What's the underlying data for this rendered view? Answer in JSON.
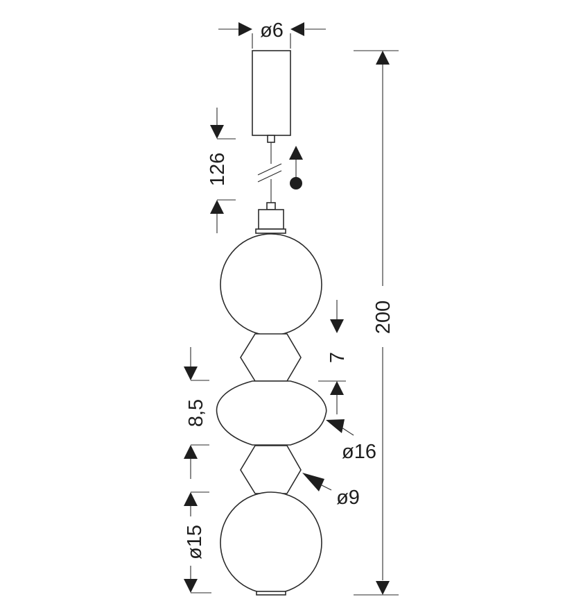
{
  "dimensions": {
    "canopy_diameter": "ø6",
    "cable_length": "126",
    "total_height": "200",
    "gap_height": "7",
    "middle_height": "8,5",
    "middle_diameter": "ø16",
    "bead_diameter": "ø9",
    "globe_diameter": "ø15"
  },
  "colors": {
    "line": "#2a2a2a",
    "fill": "#ffffff",
    "text": "#1e1e1e"
  }
}
